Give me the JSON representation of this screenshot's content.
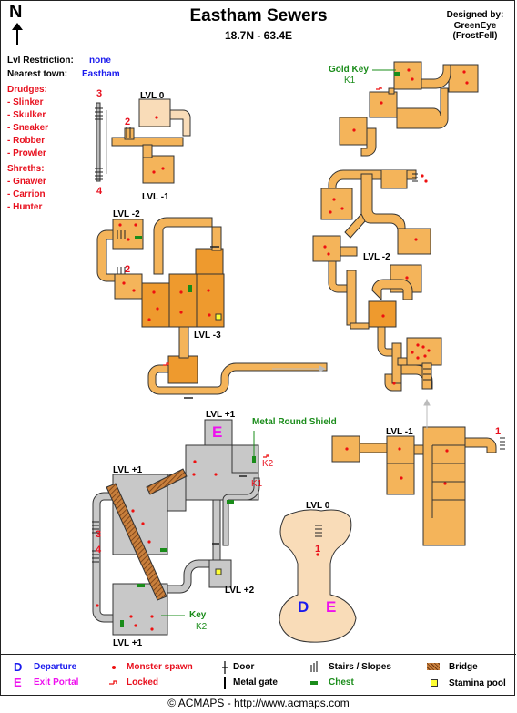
{
  "header": {
    "title": "Eastham Sewers",
    "coords": "18.7N - 63.4E",
    "compass": "N",
    "designed_by_label": "Designed by:",
    "designer": "GreenEye",
    "designer_group": "(FrostFell)"
  },
  "info": {
    "restriction_label": "Lvl Restriction:",
    "restriction_value": "none",
    "town_label": "Nearest town:",
    "town_value": "Eastham"
  },
  "monsters": {
    "drudges_label": "Drudges:",
    "drudges": [
      "- Slinker",
      "- Skulker",
      "- Sneaker",
      "- Robber",
      "- Prowler"
    ],
    "shreths_label": "Shreths:",
    "shreths": [
      "- Gnawer",
      "- Carrion",
      "- Hunter"
    ]
  },
  "map_labels": {
    "lvl0_top": "LVL 0",
    "lvl_m1_top": "LVL -1",
    "lvl_m2_left": "LVL -2",
    "lvl_m3": "LVL -3",
    "lvl_m2_right": "LVL -2",
    "lvl_m1_right": "LVL -1",
    "lvl_p1_top": "LVL +1",
    "lvl_p1_left": "LVL +1",
    "lvl_p2": "LVL +2",
    "lvl_p1_bottom": "LVL +1",
    "lvl0_bottom": "LVL 0",
    "n1_right": "1",
    "n1_bottom": "1",
    "n2_top": "2",
    "n2_left": "2",
    "n3_top": "3",
    "n3_left": "3",
    "n4_top": "4",
    "n4_left": "4",
    "gold_key": "Gold Key",
    "k1_top": "K1",
    "metal_round_shield": "Metal Round Shield",
    "k2_right": "K2",
    "k1_right": "K1",
    "key": "Key",
    "k2_bottom": "K2",
    "departure_mark": "D",
    "exit_mark": "E",
    "exit_mark_top": "E"
  },
  "legend": {
    "departure_symbol": "D",
    "departure": "Departure",
    "exit_symbol": "E",
    "exit": "Exit Portal",
    "monster_spawn": "Monster spawn",
    "locked": "Locked",
    "door": "Door",
    "metal_gate": "Metal gate",
    "stairs": "Stairs / Slopes",
    "chest": "Chest",
    "bridge": "Bridge",
    "stamina_pool": "Stamina pool"
  },
  "footer": "© ACMAPS - http://www.acmaps.com",
  "colors": {
    "tunnel_orange": "#f4b45a",
    "room_dark_orange": "#ee9a2e",
    "room_light": "#f9dcb8",
    "gray_room": "#c8c8c8",
    "monster_red": "#ee1010",
    "chest_green": "#1a8c1a",
    "stamina_yellow": "#ffff33",
    "bridge_brown": "#a0522d"
  }
}
